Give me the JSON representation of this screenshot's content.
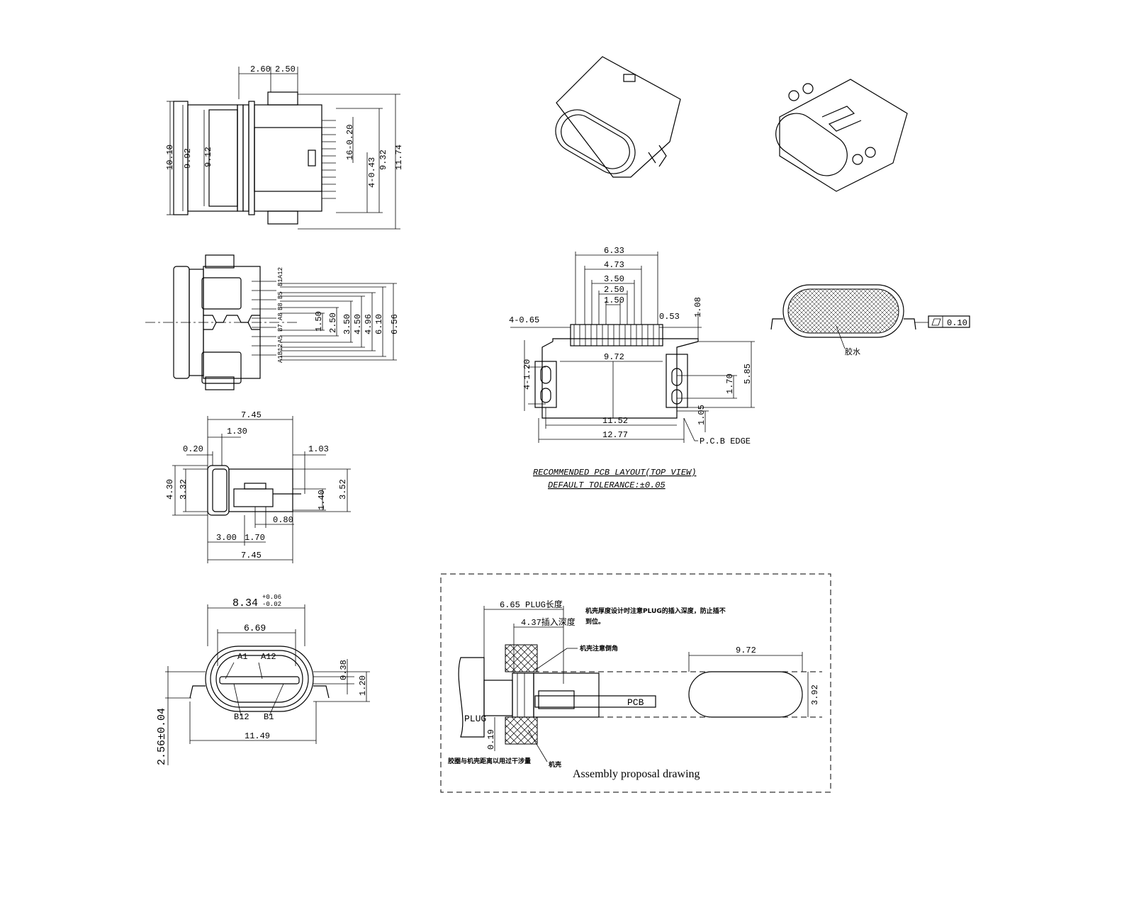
{
  "top_view": {
    "dims": [
      "2.60",
      "2.50",
      "10.10",
      "9.92",
      "9.12",
      "16-0.20",
      "4-0.43",
      "9.32",
      "11.74"
    ]
  },
  "side_view": {
    "dims": [
      "1.50",
      "2.50",
      "3.50",
      "4.50",
      "4.96",
      "6.10",
      "6.56"
    ],
    "pins": [
      "B1A12",
      "B5",
      "B8",
      "A8",
      "B7",
      "A5",
      "A1B12"
    ]
  },
  "profile_view": {
    "dims": [
      "7.45",
      "1.30",
      "0.20",
      "1.03",
      "4.30",
      "3.32",
      "1.40",
      "3.52",
      "0.80",
      "3.00",
      "1.70",
      "7.45"
    ]
  },
  "end_view": {
    "dims": [
      "8.34",
      "+0.06",
      "-0.02",
      "6.69",
      "0.38",
      "1.20",
      "2.56±0.04",
      "11.49"
    ],
    "pins": [
      "A1",
      "A12",
      "B12",
      "B1"
    ]
  },
  "pcb_layout": {
    "dims": [
      "6.33",
      "4.73",
      "3.50",
      "2.50",
      "1.50",
      "4-0.65",
      "0.53",
      "1.08",
      "4-1.20",
      "9.72",
      "1.70",
      "5.85",
      "11.52",
      "1.05",
      "12.77"
    ],
    "edge_label": "P.C.B EDGE",
    "title": "RECOMMENDED  PCB  LAYOUT(TOP  VIEW)",
    "tolerance": "DEFAULT  TOLERANCE:±0.05"
  },
  "front_view": {
    "glue_label": "胶水",
    "flatness": "0.10"
  },
  "assembly": {
    "plug_length": "6.65 PLUG长度",
    "insert_depth": "4.37插入深度",
    "note_main": "机壳厚度设计时注意PLUG的插入深度，防止插不",
    "note_main2": "到位。",
    "note_chamfer": "机壳注意倒角",
    "note_gap": "胶圈与机壳距离以用过干涉量",
    "note_shell": "机壳",
    "pcb": "PCB",
    "plug": "PLUG",
    "gap": "0.19",
    "width": "9.72",
    "height": "3.92",
    "title": "Assembly proposal drawing"
  }
}
